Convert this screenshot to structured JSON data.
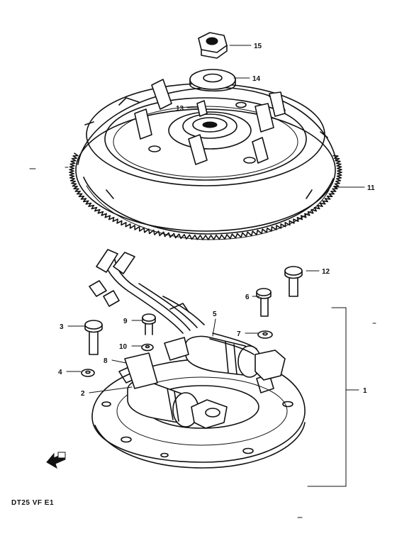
{
  "callouts": {
    "c1": "1",
    "c2": "2",
    "c3": "3",
    "c4": "4",
    "c5": "5",
    "c6": "6",
    "c7": "7",
    "c8": "8",
    "c9": "9",
    "c10": "10",
    "c11": "11",
    "c12": "12",
    "c13": "13",
    "c14": "14",
    "c15": "15"
  },
  "caption": "DT25 VF E1",
  "icons": {
    "front_arrow": "front-arrow-icon"
  }
}
